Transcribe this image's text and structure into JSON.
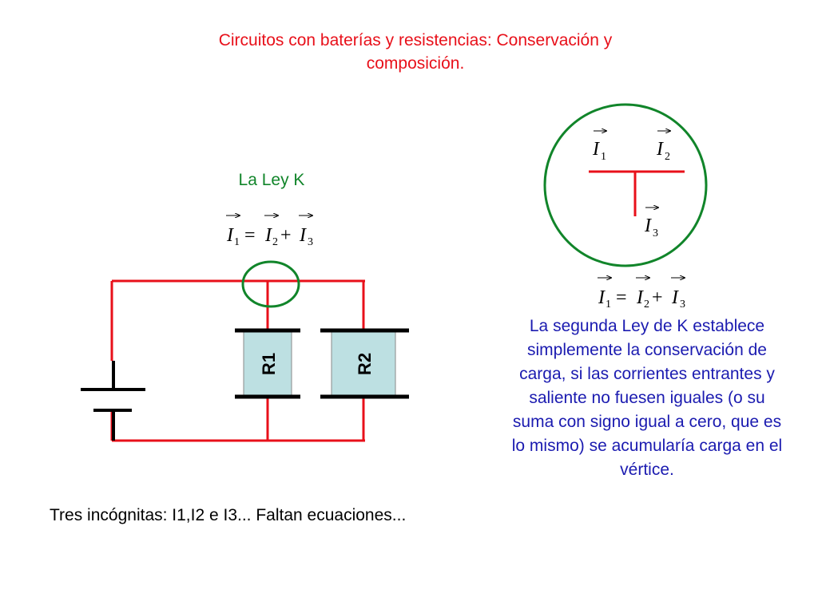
{
  "title_line1": "Circuitos con baterías y resistencias: Conservación y",
  "title_line2": "composición.",
  "ley_k_label": "La Ley K",
  "equation": {
    "symbol": "I",
    "subs": [
      "1",
      "2",
      "3"
    ],
    "equals": "=",
    "plus": "+"
  },
  "node": {
    "symbol": "I",
    "subs": [
      "1",
      "2",
      "3"
    ]
  },
  "resistors": [
    "R1",
    "R2"
  ],
  "explanation": "La segunda Ley de K establece simplemente la conservación de carga, si las corrientes entrantes y saliente no fuesen iguales (o su suma con signo igual a cero, que es lo mismo) se acumularía carga en el vértice.",
  "unknowns": "Tres incógnitas: I1,I2 e I3... Faltan ecuaciones...",
  "colors": {
    "title": "#e8101a",
    "wire": "#e8101a",
    "highlight": "#11852a",
    "explanation": "#1b1bb0",
    "resistor_fill": "#bde0e2"
  }
}
